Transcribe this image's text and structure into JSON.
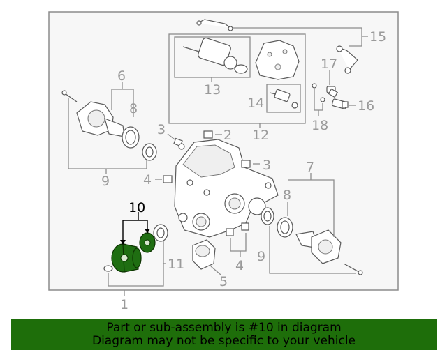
{
  "callouts": {
    "c1": "1",
    "c2": "2",
    "c3a": "3",
    "c3b": "3",
    "c4a": "4",
    "c4b": "4",
    "c5": "5",
    "c6": "6",
    "c7": "7",
    "c8a": "8",
    "c8b": "8",
    "c9a": "9",
    "c9b": "9",
    "c10": "10",
    "c11": "11",
    "c12": "12",
    "c13": "13",
    "c14": "14",
    "c15": "15",
    "c16": "16",
    "c17": "17",
    "c18": "18"
  },
  "highlighted_part": "10",
  "colors": {
    "highlight": "#1f6e12",
    "banner": "#1e6e0a",
    "panel": "#f7f7f7",
    "line": "#8c8c8c"
  },
  "banner": {
    "line1": "Part or sub-assembly is #10 in diagram",
    "line2": "Diagram may not be specific to your vehicle"
  }
}
